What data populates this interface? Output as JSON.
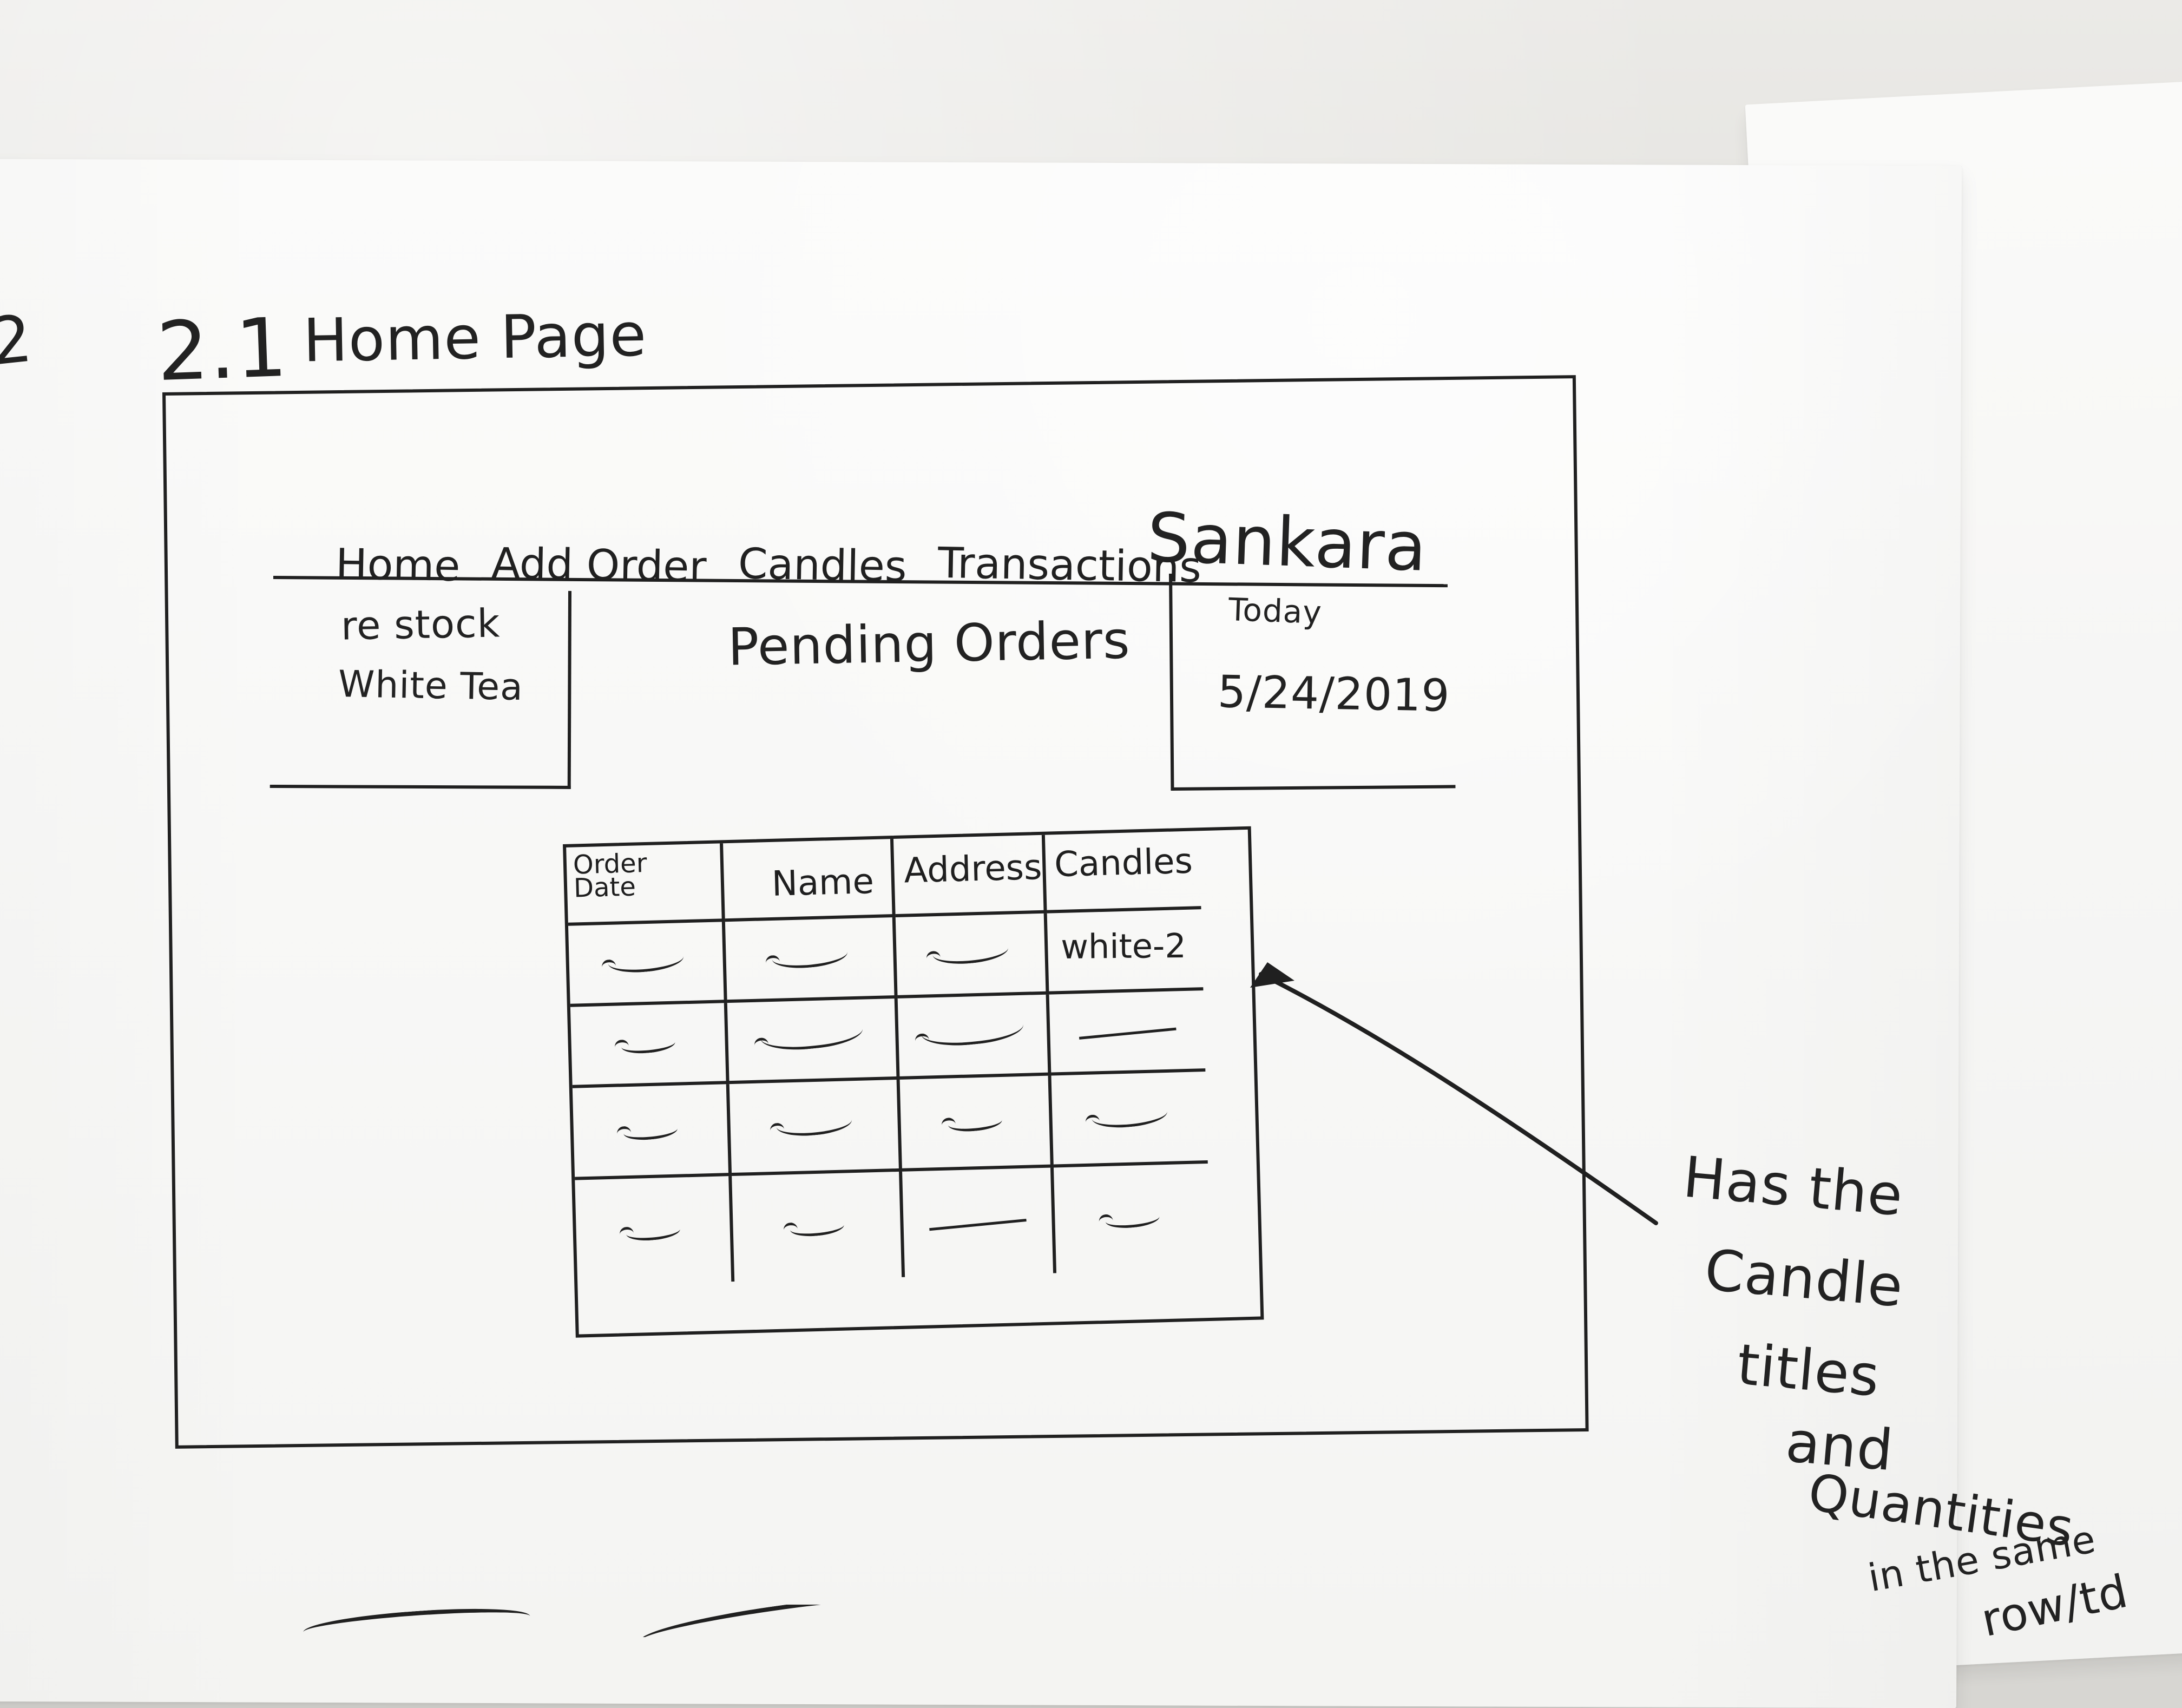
{
  "page": {
    "edge_mark": "2",
    "section_number": "2.1",
    "section_title": "Home Page"
  },
  "header": {
    "site_name": "Sankara",
    "nav": [
      {
        "label": "Home"
      },
      {
        "label": "Add Order"
      },
      {
        "label": "Candles"
      },
      {
        "label": "Transactions"
      }
    ]
  },
  "left_panel": {
    "line_1": "re stock",
    "line_2": "White Tea"
  },
  "main": {
    "title": "Pending Orders"
  },
  "right_panel": {
    "label": "Today",
    "date": "5/24/2019"
  },
  "orders_table": {
    "headers": [
      "Order Date",
      "Name",
      "Address",
      "Candles"
    ],
    "rows": [
      [
        "",
        "",
        "",
        "white-2"
      ],
      [
        "",
        "",
        "",
        ""
      ],
      [
        "",
        "",
        "",
        ""
      ],
      [
        "",
        "",
        "",
        ""
      ]
    ]
  },
  "annotation": {
    "lines": [
      "Has the",
      "Candle",
      "titles",
      "and",
      "Quantities",
      "in the same",
      "row/td"
    ]
  }
}
